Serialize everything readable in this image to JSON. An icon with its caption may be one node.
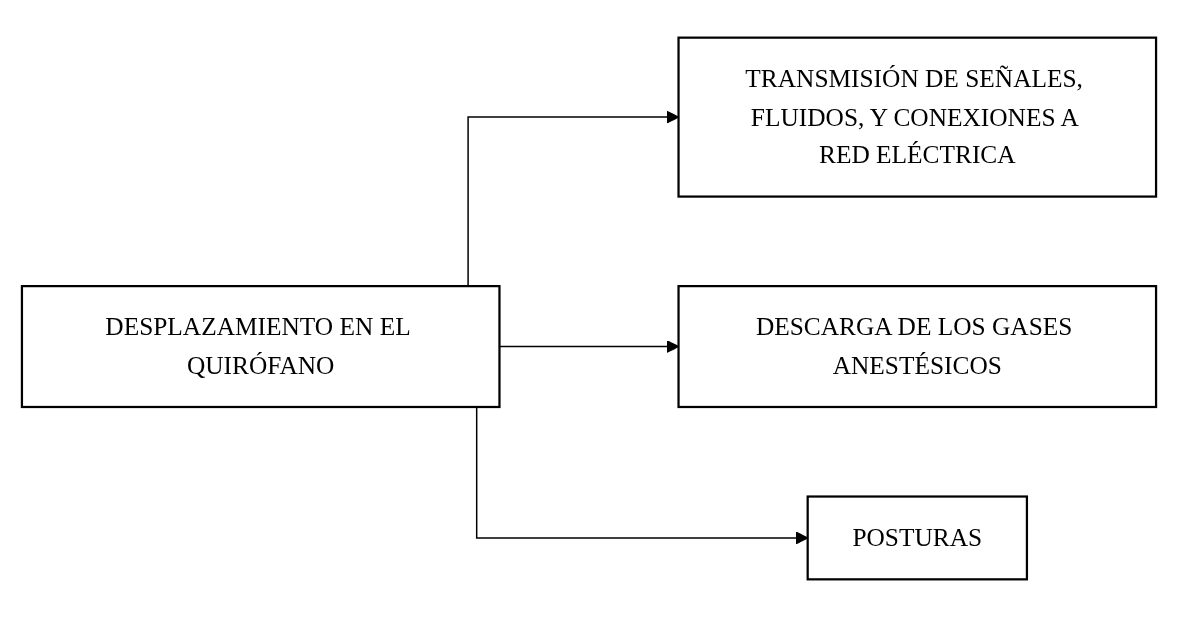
{
  "diagram": {
    "nodes": [
      {
        "text": [
          "DESPLAZAMIENTO EN EL QUIRÓFANO"
        ]
      },
      {
        "text": [
          "TRANSMISIÓN DE SEÑALES, FLUIDOS, Y CONEXIONES A RED ELÉCTRICA"
        ]
      },
      {
        "text": [
          "DESCARGA DE LOS GASES ANESTÉSICOS"
        ]
      },
      {
        "text": [
          "POSTURAS"
        ]
      }
    ],
    "edges": [
      {
        "from": 0,
        "to": 1,
        "arrow": "to"
      },
      {
        "from": 0,
        "to": 2,
        "arrow": "to"
      },
      {
        "from": 0,
        "to": 3,
        "arrow": "to"
      }
    ]
  }
}
